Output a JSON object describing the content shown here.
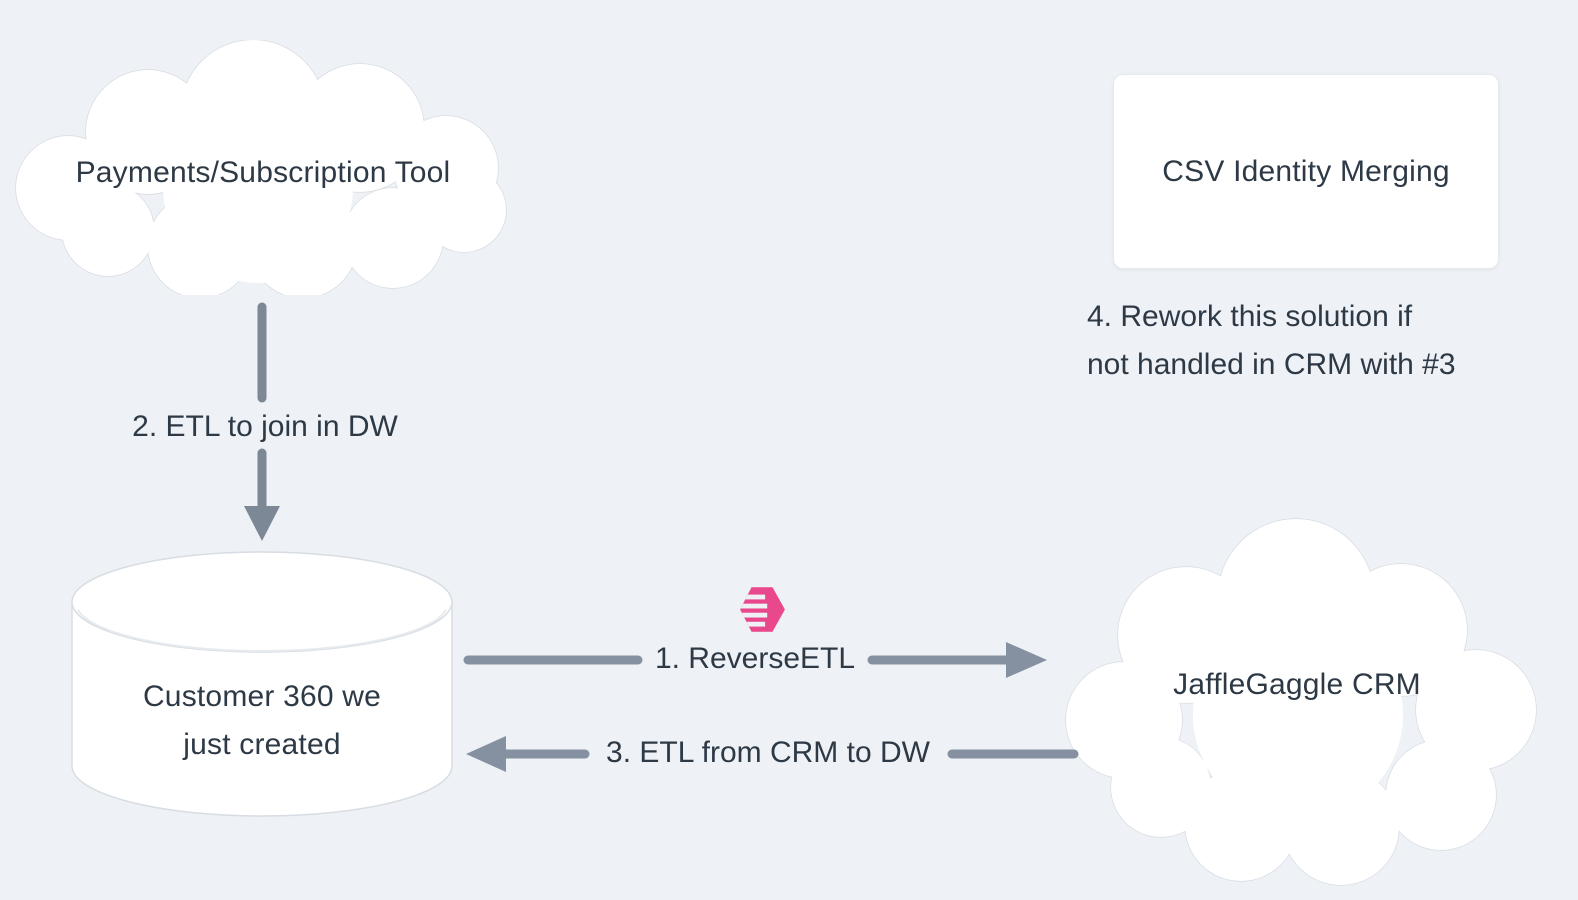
{
  "page": {
    "background": "#eef1f5"
  },
  "colors": {
    "node_fill": "#ffffff",
    "node_stroke": "#d8dde3",
    "arrow_gray": "#8591a0",
    "text_dark": "#2e3946",
    "hightouch_pink": "#e9488c"
  },
  "nodes": {
    "payments_cloud": {
      "type": "cloud",
      "label": "Payments/Subscription Tool"
    },
    "csv_identity_box": {
      "type": "rectangle",
      "label": "CSV Identity Merging"
    },
    "customer360_db": {
      "type": "database-cylinder",
      "label_line1": "Customer 360 we",
      "label_line2": "just created"
    },
    "jafflegaggle_cloud": {
      "type": "cloud",
      "label": "JaffleGaggle CRM"
    }
  },
  "edges": {
    "reverse_etl": {
      "label": "1. ReverseETL",
      "from": "customer360_db",
      "to": "jafflegaggle_cloud",
      "direction": "right"
    },
    "etl_to_join": {
      "label": "2. ETL to join in DW",
      "from": "payments_cloud",
      "to": "customer360_db",
      "direction": "down"
    },
    "etl_from_crm": {
      "label": "3. ETL from CRM to DW",
      "from": "jafflegaggle_cloud",
      "to": "customer360_db",
      "direction": "left"
    }
  },
  "annotations": {
    "rework_note_line1": "4. Rework this solution if",
    "rework_note_line2": "not handled in CRM with #3"
  },
  "icons": {
    "hightouch_logo": "hightouch-arrow-icon"
  }
}
